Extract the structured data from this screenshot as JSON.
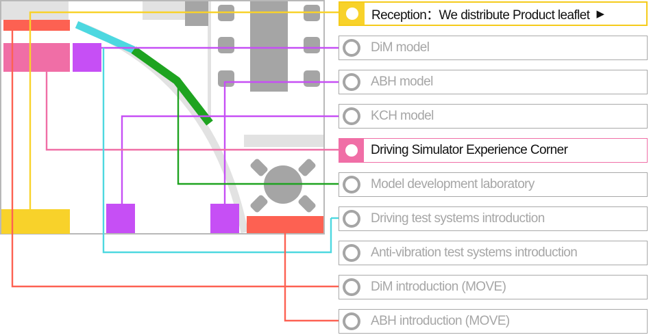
{
  "legend": {
    "items": [
      {
        "label": "Reception：We distribute Product leaflet",
        "style": "yellow",
        "arrow": "▶"
      },
      {
        "label": "DiM model",
        "style": "plain"
      },
      {
        "label": "ABH model",
        "style": "plain"
      },
      {
        "label": "KCH model",
        "style": "plain"
      },
      {
        "label": "Driving Simulator Experience Corner",
        "style": "pink"
      },
      {
        "label": "Model development laboratory",
        "style": "plain"
      },
      {
        "label": "Driving test systems introduction",
        "style": "plain"
      },
      {
        "label": "Anti-vibration test systems introduction",
        "style": "plain"
      },
      {
        "label": "DiM introduction (MOVE)",
        "style": "plain"
      },
      {
        "label": "ABH introduction (MOVE)",
        "style": "plain"
      }
    ]
  },
  "colors": {
    "reception_yellow": "#f8d22a",
    "dim_pink": "#f06ea6",
    "model_purple": "#c64ff5",
    "intro_red": "#fd6152",
    "cyan": "#4dd8e0",
    "green": "#1ea320",
    "furniture_gray": "#a5a5a5",
    "light_gray": "#e2e2e2"
  },
  "icons": {
    "legend_marker": "ring-icon",
    "more_arrow": "triangle-right-icon"
  }
}
